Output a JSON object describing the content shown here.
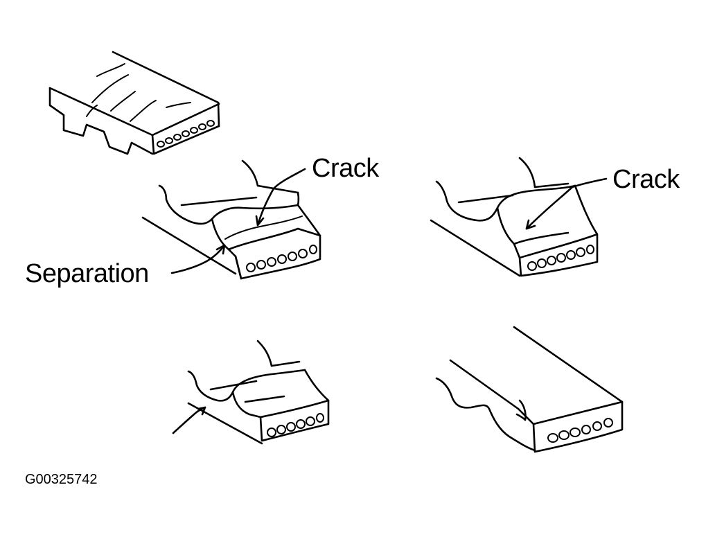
{
  "labels": {
    "crack_left": "Crack",
    "crack_right": "Crack",
    "separation": "Separation",
    "figure_code": "G00325742"
  },
  "colors": {
    "ink": "#000000",
    "paper": "#ffffff"
  }
}
